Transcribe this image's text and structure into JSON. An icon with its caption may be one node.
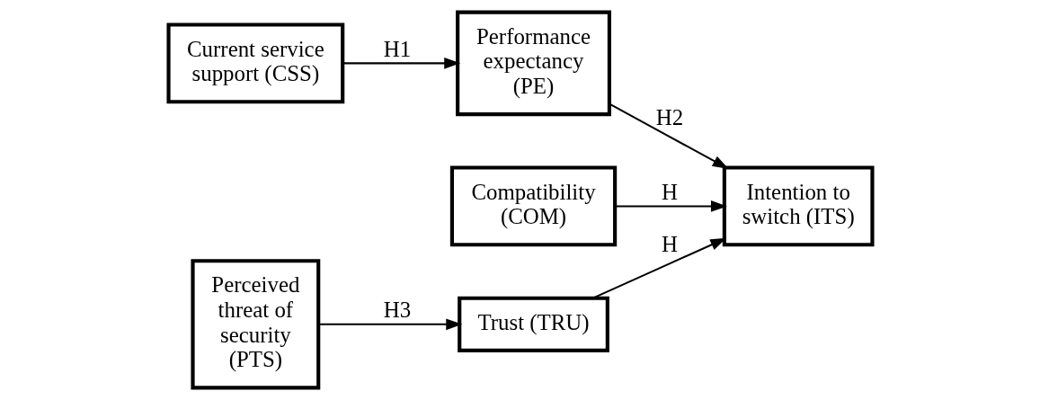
{
  "diagram": {
    "nodes": [
      {
        "text": [
          "Current service support (CSS)"
        ]
      },
      {
        "text": [
          "Performance expectancy (PE)"
        ]
      },
      {
        "text": [
          "Compatibility (COM)"
        ]
      },
      {
        "text": [
          "Intention to switch (ITS)"
        ]
      },
      {
        "text": [
          "Perceived threat of security (PTS)"
        ]
      },
      {
        "text": [
          "Trust (TRU)"
        ]
      }
    ],
    "edges": [
      {
        "from": 0,
        "to": 1,
        "arrow": "to",
        "label": "H1"
      },
      {
        "from": 1,
        "to": 3,
        "arrow": "to",
        "label": "H2"
      },
      {
        "from": 2,
        "to": 3,
        "arrow": "to",
        "label": "H"
      },
      {
        "from": 4,
        "to": 5,
        "arrow": "to",
        "label": "H3"
      },
      {
        "from": 5,
        "to": 3,
        "arrow": "to",
        "label": "H"
      }
    ]
  }
}
